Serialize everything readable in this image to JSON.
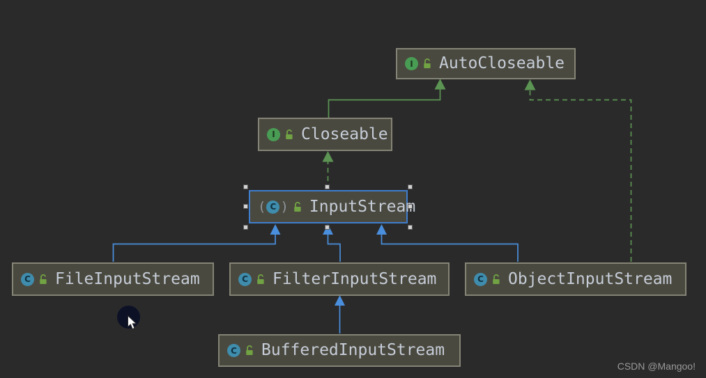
{
  "diagram": {
    "nodes": {
      "autocloseable": {
        "label": "AutoCloseable",
        "kind": "interface"
      },
      "closeable": {
        "label": "Closeable",
        "kind": "interface"
      },
      "inputstream": {
        "label": "InputStream",
        "kind": "abstract-class",
        "selected": true
      },
      "fileinputstream": {
        "label": "FileInputStream",
        "kind": "class"
      },
      "filterinputstream": {
        "label": "FilterInputStream",
        "kind": "class"
      },
      "objectinputstream": {
        "label": "ObjectInputStream",
        "kind": "class"
      },
      "bufferedinputstream": {
        "label": "BufferedInputStream",
        "kind": "class"
      }
    },
    "icon_letters": {
      "interface": "I",
      "class": "C",
      "abstract_paren_open": "(",
      "abstract_paren_close": ")"
    },
    "edges": [
      {
        "from": "Closeable",
        "to": "AutoCloseable",
        "line": "solid",
        "color": "green",
        "relationship": "extends"
      },
      {
        "from": "InputStream",
        "to": "Closeable",
        "line": "dashed",
        "color": "green",
        "relationship": "implements"
      },
      {
        "from": "ObjectInputStream",
        "to": "AutoCloseable",
        "line": "dashed",
        "color": "green",
        "relationship": "implements"
      },
      {
        "from": "FileInputStream",
        "to": "InputStream",
        "line": "solid",
        "color": "blue",
        "relationship": "extends"
      },
      {
        "from": "FilterInputStream",
        "to": "InputStream",
        "line": "solid",
        "color": "blue",
        "relationship": "extends"
      },
      {
        "from": "ObjectInputStream",
        "to": "InputStream",
        "line": "solid",
        "color": "blue",
        "relationship": "extends"
      },
      {
        "from": "BufferedInputStream",
        "to": "FilterInputStream",
        "line": "solid",
        "color": "blue",
        "relationship": "extends"
      }
    ],
    "colors": {
      "background": "#2a2a2a",
      "node_fill": "#4a493f",
      "node_border": "#858476",
      "selection_border": "#3f7ecd",
      "interface_icon": "#499c54",
      "class_icon": "#3f8cac",
      "padlock": "#71a243",
      "extends_blue": "#4a8fdd",
      "implements_green": "#5c9453",
      "label_text": "#c6cdd8"
    }
  },
  "watermark": {
    "text": "CSDN @Mangoo!"
  }
}
